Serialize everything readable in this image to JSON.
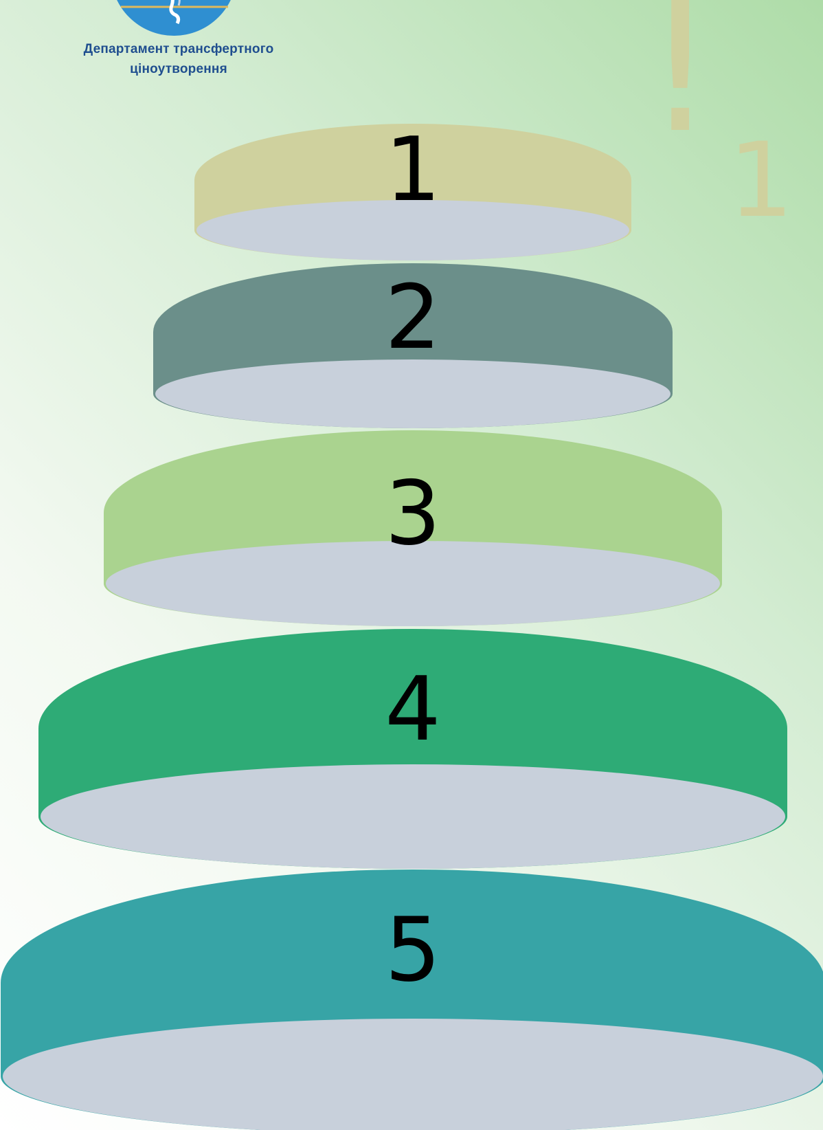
{
  "logo": {
    "line_1": "Департамент трансфертного",
    "line_2": "ціноутворення",
    "emblem_color": "#2f8fd1",
    "emblem_accent": "#e0b95b",
    "icon": "globe-emblem-icon"
  },
  "mark": {
    "glyph": "!",
    "number": "1",
    "color": "#cfd19e"
  },
  "tiers": [
    {
      "label": "1",
      "color": "#cfd19e"
    },
    {
      "label": "2",
      "color": "#6b8f8a"
    },
    {
      "label": "3",
      "color": "#aad38f"
    },
    {
      "label": "4",
      "color": "#2eab76"
    },
    {
      "label": "5",
      "color": "#37a4a6"
    }
  ],
  "disc_base_color": "#c8d0db"
}
